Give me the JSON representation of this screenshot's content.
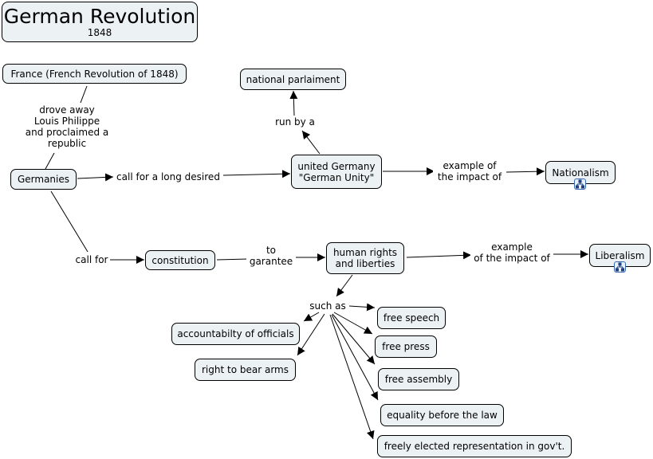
{
  "title": {
    "main": "German Revolution",
    "sub": "1848"
  },
  "nodes": {
    "france": "France (French Revolution of 1848)",
    "germanies": "Germanies",
    "national_parliament": "national parlaiment",
    "united_germany": [
      "united Germany",
      "\"German Unity\""
    ],
    "nationalism": "Nationalism",
    "constitution": "constitution",
    "human_rights": [
      "human rights",
      "and liberties"
    ],
    "liberalism": "Liberalism",
    "accountability": "accountabilty of officials",
    "bear_arms": "right to bear arms",
    "free_speech": "free speech",
    "free_press": "free press",
    "free_assembly": "free assembly",
    "equality": "equality before the law",
    "elected_rep": "freely elected representation in gov't."
  },
  "links": {
    "drove_away": "drove away\nLouis Philippe\nand proclaimed a\nrepublic",
    "call_long_desired": "call for a long desired",
    "run_by": "run by a",
    "example_nationalism": "example of\nthe impact of",
    "call_for": "call for",
    "to_garantee": "to\ngarantee",
    "example_liberalism": "example\nof the impact of",
    "such_as": "such as"
  },
  "icons": {
    "submap": "concept-map-icon"
  }
}
